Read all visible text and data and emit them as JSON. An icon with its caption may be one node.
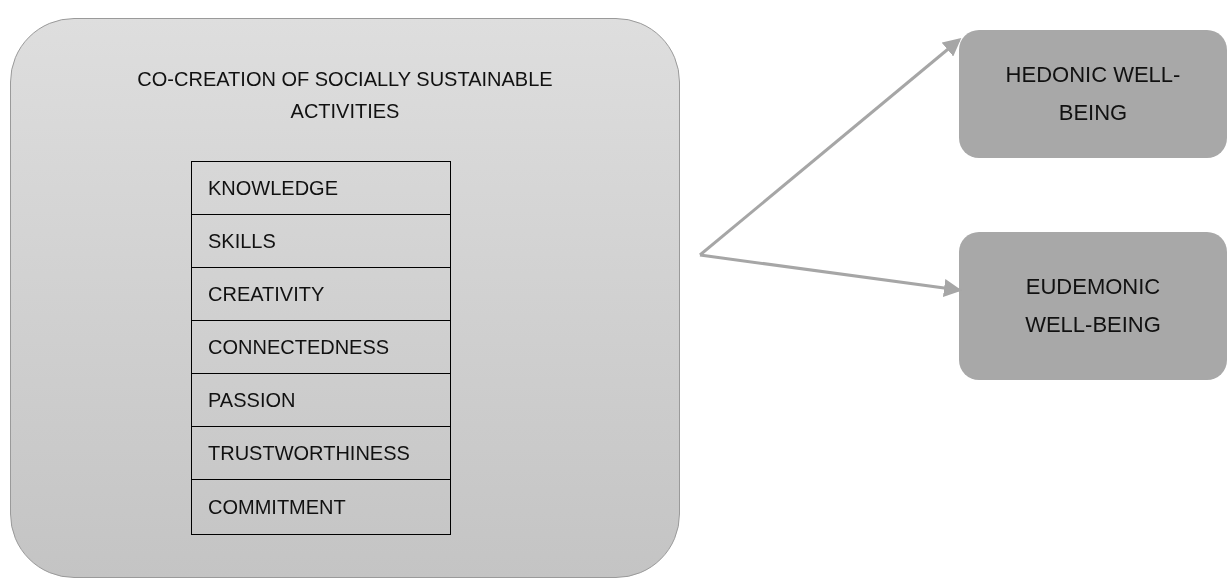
{
  "diagram": {
    "nodes": [
      {
        "text": [
          "CO-CREATION OF SOCIALLY SUSTAINABLE ACTIVITIES"
        ]
      },
      {
        "text": [
          "KNOWLEDGE"
        ],
        "in": 0
      },
      {
        "text": [
          "SKILLS"
        ],
        "in": 0
      },
      {
        "text": [
          "CREATIVITY"
        ],
        "in": 0
      },
      {
        "text": [
          "CONNECTEDNESS"
        ],
        "in": 0
      },
      {
        "text": [
          "PASSION"
        ],
        "in": 0
      },
      {
        "text": [
          "TRUSTWORTHINESS"
        ],
        "in": 0
      },
      {
        "text": [
          "COMMITMENT"
        ],
        "in": 0
      },
      {
        "text": [
          "HEDONIC WELL-BEING"
        ]
      },
      {
        "text": [
          "EUDEMONIC WELL-BEING"
        ]
      }
    ],
    "edges": [
      {
        "from": null,
        "to": 8,
        "arrow": "to"
      },
      {
        "from": null,
        "to": 9,
        "arrow": "to"
      }
    ]
  }
}
